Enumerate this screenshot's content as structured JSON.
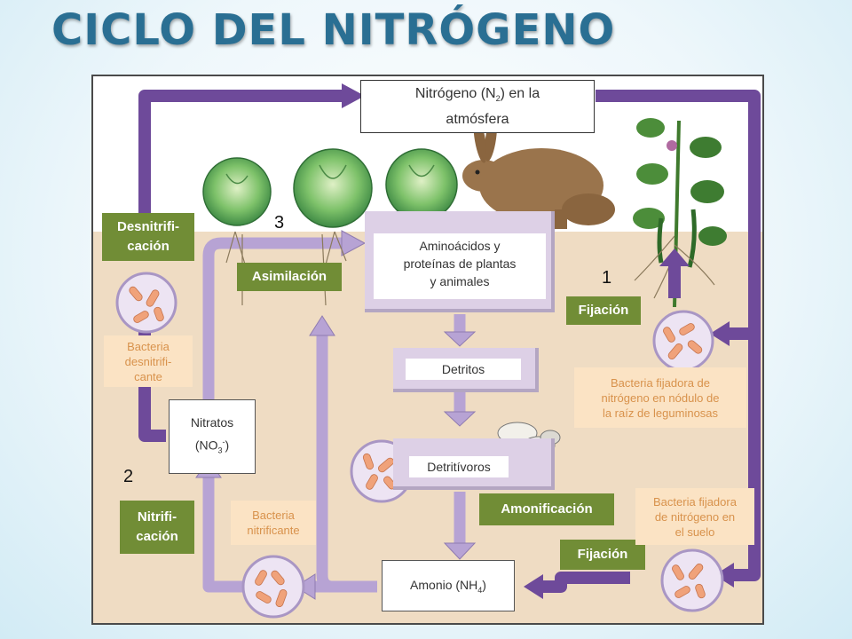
{
  "title": "CICLO DEL NITRÓGENO",
  "boxes": {
    "atmosphere": {
      "pre": "Nitrógeno (N",
      "sub": "2",
      "post": ") en la",
      "line2": "atmósfera"
    },
    "amino": {
      "line1": "Aminoácidos y",
      "line2": "proteínas de plantas",
      "line3": "y animales"
    },
    "detritos": "Detritos",
    "detritivoros": "Detritívoros",
    "nitratos": {
      "line1": "Nitratos",
      "pre": "(NO",
      "sub": "3",
      "sup": "-",
      "post": ")"
    },
    "amonio": {
      "pre": "Amonio (NH",
      "sub": "4",
      "post": ")"
    }
  },
  "tags": {
    "desnitrificacion": {
      "line1": "Desnitrifi-",
      "line2": "cación"
    },
    "asimilacion": "Asimilación",
    "fijacion_top": "Fijación",
    "nitrificacion": {
      "line1": "Nitrifi-",
      "line2": "cación"
    },
    "amonificacion": "Amonificación",
    "fijacion_bottom": "Fijación"
  },
  "notes": {
    "desnitrificante": {
      "line1": "Bacteria",
      "line2": "desnitrifi-",
      "line3": "cante"
    },
    "fijadora_nodulo": {
      "line1": "Bacteria fijadora de",
      "line2": "nitrógeno en nódulo de",
      "line3": "la raíz de leguminosas"
    },
    "nitrificante": {
      "line1": "Bacteria",
      "line2": "nitrificante"
    },
    "fijadora_suelo": {
      "line1": "Bacteria fijadora",
      "line2": "de nitrógeno en",
      "line3": "el suelo"
    }
  },
  "numbers": {
    "n1": "1",
    "n2": "2",
    "n3": "3"
  },
  "colors": {
    "title": "#2a6f93",
    "arrow_dark": "#6e4a9a",
    "arrow_light": "#b7a3d4",
    "tag_green": "#718d36",
    "note_bg": "#fbe3c4",
    "note_text": "#d8924c",
    "soil": "#efdcc3",
    "bacteria_fill": "#f0a27a"
  }
}
